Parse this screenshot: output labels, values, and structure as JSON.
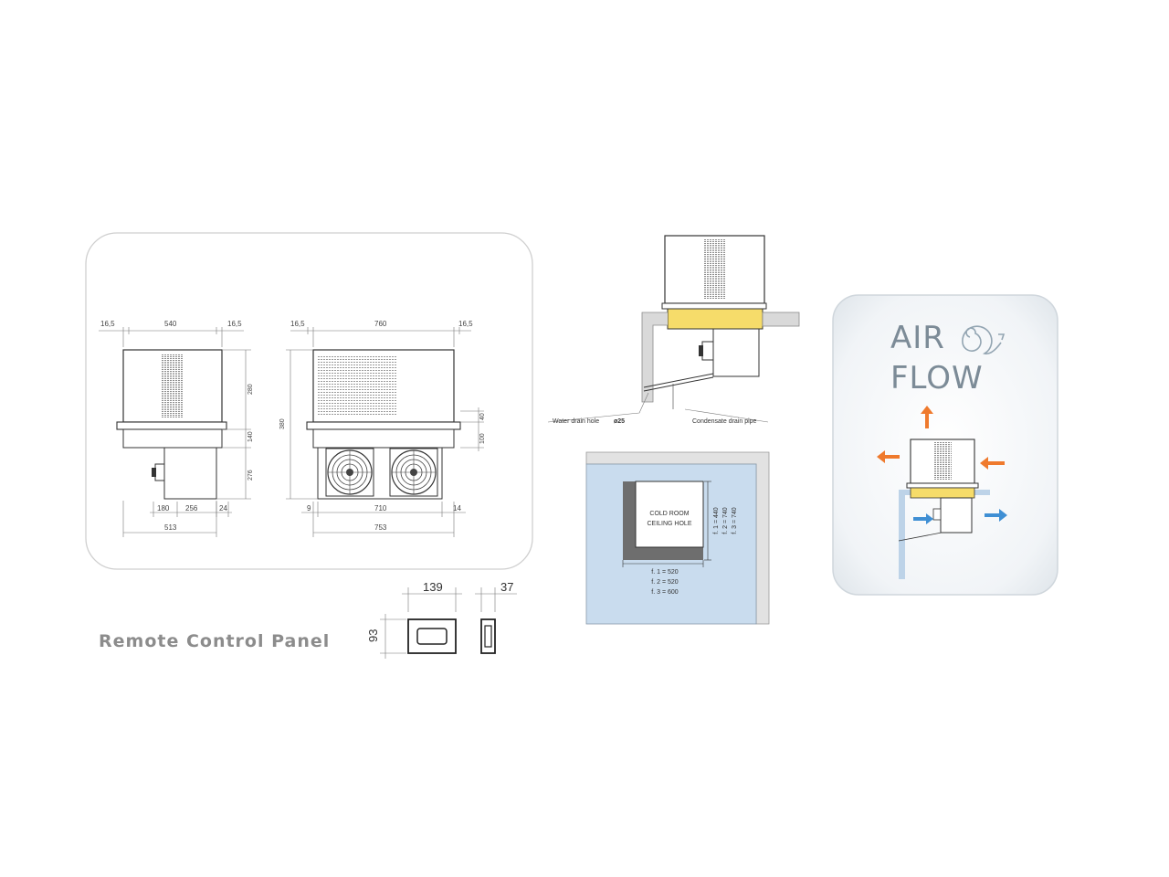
{
  "side_view": {
    "top_dims": [
      "16,5",
      "540",
      "16,5"
    ],
    "right_dims": [
      "280",
      "140",
      "276"
    ],
    "bottom_dims": [
      "180",
      "256",
      "24"
    ],
    "total_width": "513"
  },
  "front_view": {
    "top_dims": [
      "16,5",
      "760",
      "16,5"
    ],
    "left_dim": "380",
    "right_dims": [
      "40",
      "100"
    ],
    "bottom_dims": [
      "9",
      "710",
      "14"
    ],
    "total_width": "753"
  },
  "install": {
    "water_drain_label": "Water drain hole",
    "water_drain_size": "ø25",
    "condensate_label": "Condensate drain pipe"
  },
  "ceiling": {
    "hole_line1": "COLD ROOM",
    "hole_line2": "CEILING HOLE",
    "width_dims": [
      "f. 1 = 520",
      "f. 2 = 520",
      "f. 3 = 600"
    ],
    "height_dims": [
      "f. 1 = 440",
      "f. 2 = 740",
      "f. 3 = 740"
    ]
  },
  "airflow": {
    "word1": "AIR",
    "word2": "FLOW"
  },
  "remote_panel": {
    "label": "Remote Control Panel",
    "width": "139",
    "depth": "37",
    "height": "93"
  },
  "colors": {
    "yellow_band": "#f6dc6a",
    "wall_blue": "#c9dcee",
    "arrow_orange": "#ef7a2d",
    "arrow_blue": "#3f8fd4"
  }
}
